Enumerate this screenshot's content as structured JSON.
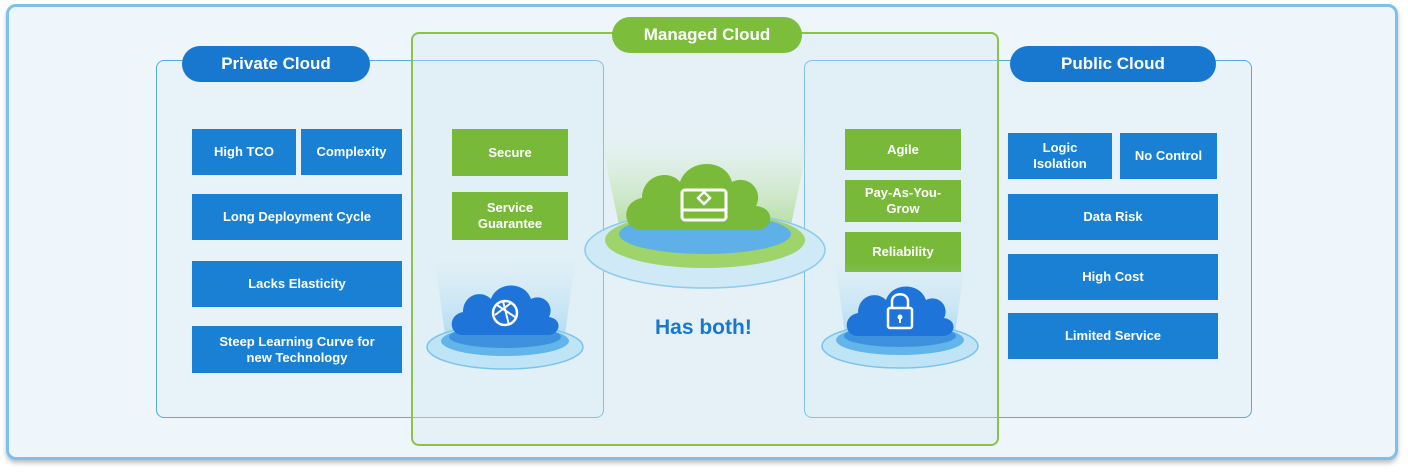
{
  "private_cloud": {
    "title": "Private Cloud",
    "items": [
      "High TCO",
      "Complexity",
      "Long Deployment Cycle",
      "Lacks Elasticity",
      "Steep Learning Curve for new Technology"
    ]
  },
  "managed_cloud": {
    "title": "Managed Cloud",
    "left_items": [
      "Secure",
      "Service Guarantee"
    ],
    "right_items": [
      "Agile",
      "Pay-As-You-Grow",
      "Reliability"
    ],
    "tagline": "Has both!"
  },
  "public_cloud": {
    "title": "Public Cloud",
    "items": [
      "Logic Isolation",
      "No Control",
      "Data Risk",
      "High Cost",
      "Limited Service"
    ]
  },
  "icons": [
    "globe-cloud-icon",
    "storage-cloud-icon",
    "lock-cloud-icon"
  ],
  "colors": {
    "blue": "#1a80d4",
    "green": "#78b93a",
    "frame": "#7cc0ec"
  }
}
